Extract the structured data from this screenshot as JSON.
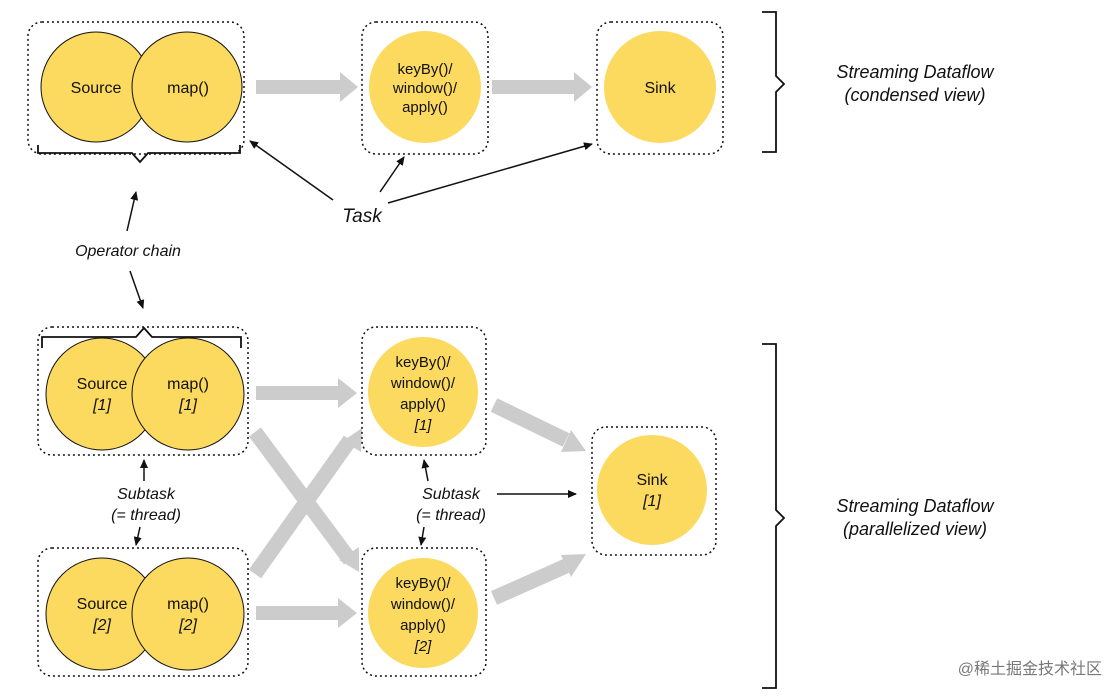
{
  "condensed": {
    "source": "Source",
    "map": "map()",
    "window_lines": [
      "keyBy()/",
      "window()/",
      "apply()"
    ],
    "sink": "Sink",
    "task": "Task",
    "operator_chain": "Operator chain",
    "view_title": [
      "Streaming Dataflow",
      "(condensed view)"
    ]
  },
  "parallel": {
    "source1": "Source",
    "source1_idx": "[1]",
    "map1": "map()",
    "map1_idx": "[1]",
    "source2": "Source",
    "source2_idx": "[2]",
    "map2": "map()",
    "map2_idx": "[2]",
    "window1_lines": [
      "keyBy()/",
      "window()/",
      "apply()",
      "[1]"
    ],
    "window2_lines": [
      "keyBy()/",
      "window()/",
      "apply()",
      "[2]"
    ],
    "sink": "Sink",
    "sink_idx": "[1]",
    "subtask_left": [
      "Subtask",
      "(= thread)"
    ],
    "subtask_mid": [
      "Subtask",
      "(= thread)"
    ],
    "view_title": [
      "Streaming Dataflow",
      "(parallelized view)"
    ]
  },
  "watermark": "@稀土掘金技术社区",
  "colors": {
    "node": "#fcd95f",
    "flow": "#cccccc",
    "line": "#111111"
  }
}
